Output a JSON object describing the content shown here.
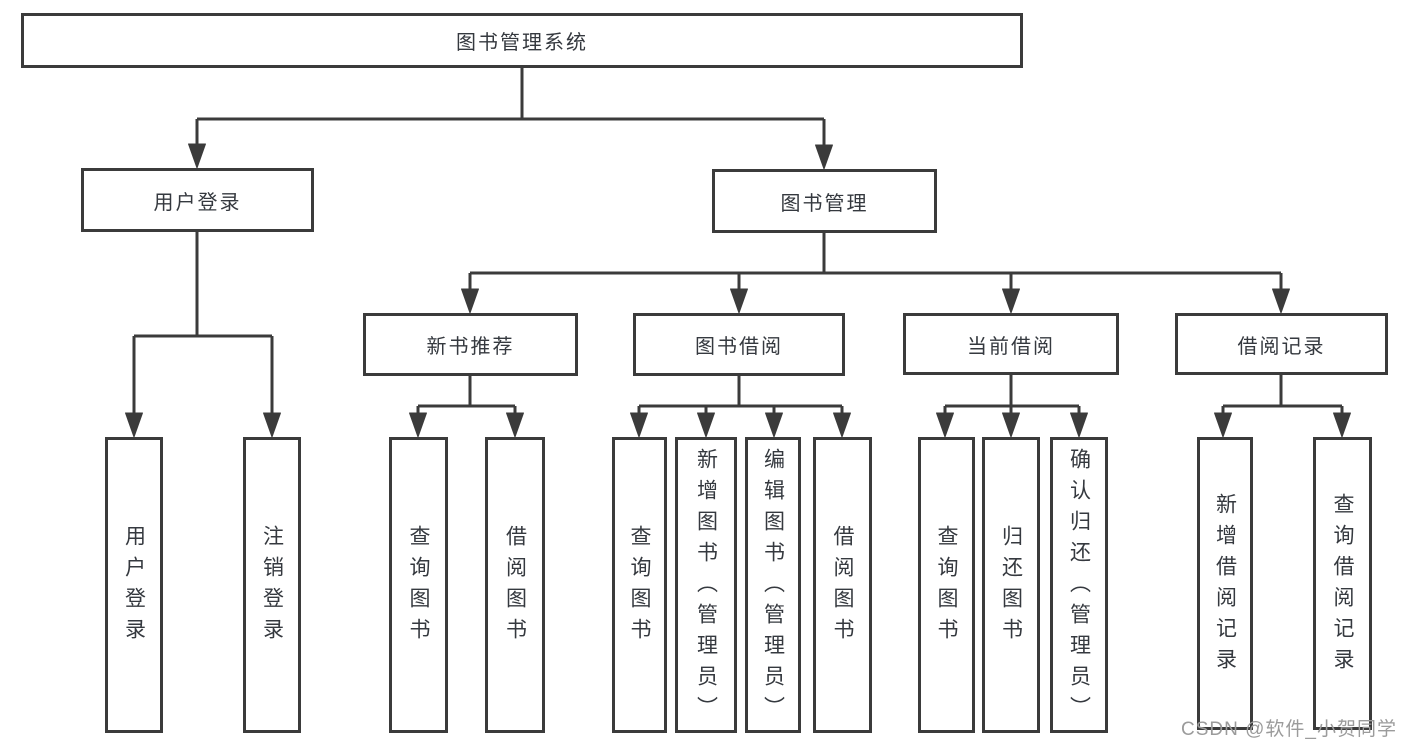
{
  "diagram_title": "图书管理系统",
  "nodes": {
    "root": {
      "label": "图书管理系统"
    },
    "l2": [
      {
        "label": "用户登录"
      },
      {
        "label": "图书管理"
      }
    ],
    "l3": [
      {
        "label": "新书推荐"
      },
      {
        "label": "图书借阅"
      },
      {
        "label": "当前借阅"
      },
      {
        "label": "借阅记录"
      }
    ],
    "leaves": {
      "userLogin": [
        {
          "label": "用户登录"
        },
        {
          "label": "注销登录"
        }
      ],
      "newBookRec": [
        {
          "label": "查询图书"
        },
        {
          "label": "借阅图书"
        }
      ],
      "bookBorrow": [
        {
          "label": "查询图书"
        },
        {
          "label": "新增图书（管理员）"
        },
        {
          "label": "编辑图书（管理员）"
        },
        {
          "label": "借阅图书"
        }
      ],
      "currentBorrow": [
        {
          "label": "查询图书"
        },
        {
          "label": "归还图书"
        },
        {
          "label": "确认归还（管理员）"
        }
      ],
      "borrowRecord": [
        {
          "label": "新增借阅记录"
        },
        {
          "label": "查询借阅记录"
        }
      ]
    }
  },
  "watermark": {
    "text": "CSDN @软件_小贺同学"
  },
  "colors": {
    "line": "#3b3b3b",
    "box_border": "#3b3b3b",
    "text": "#35393f",
    "watermark": "#9b9b9b",
    "background": "#ffffff"
  }
}
